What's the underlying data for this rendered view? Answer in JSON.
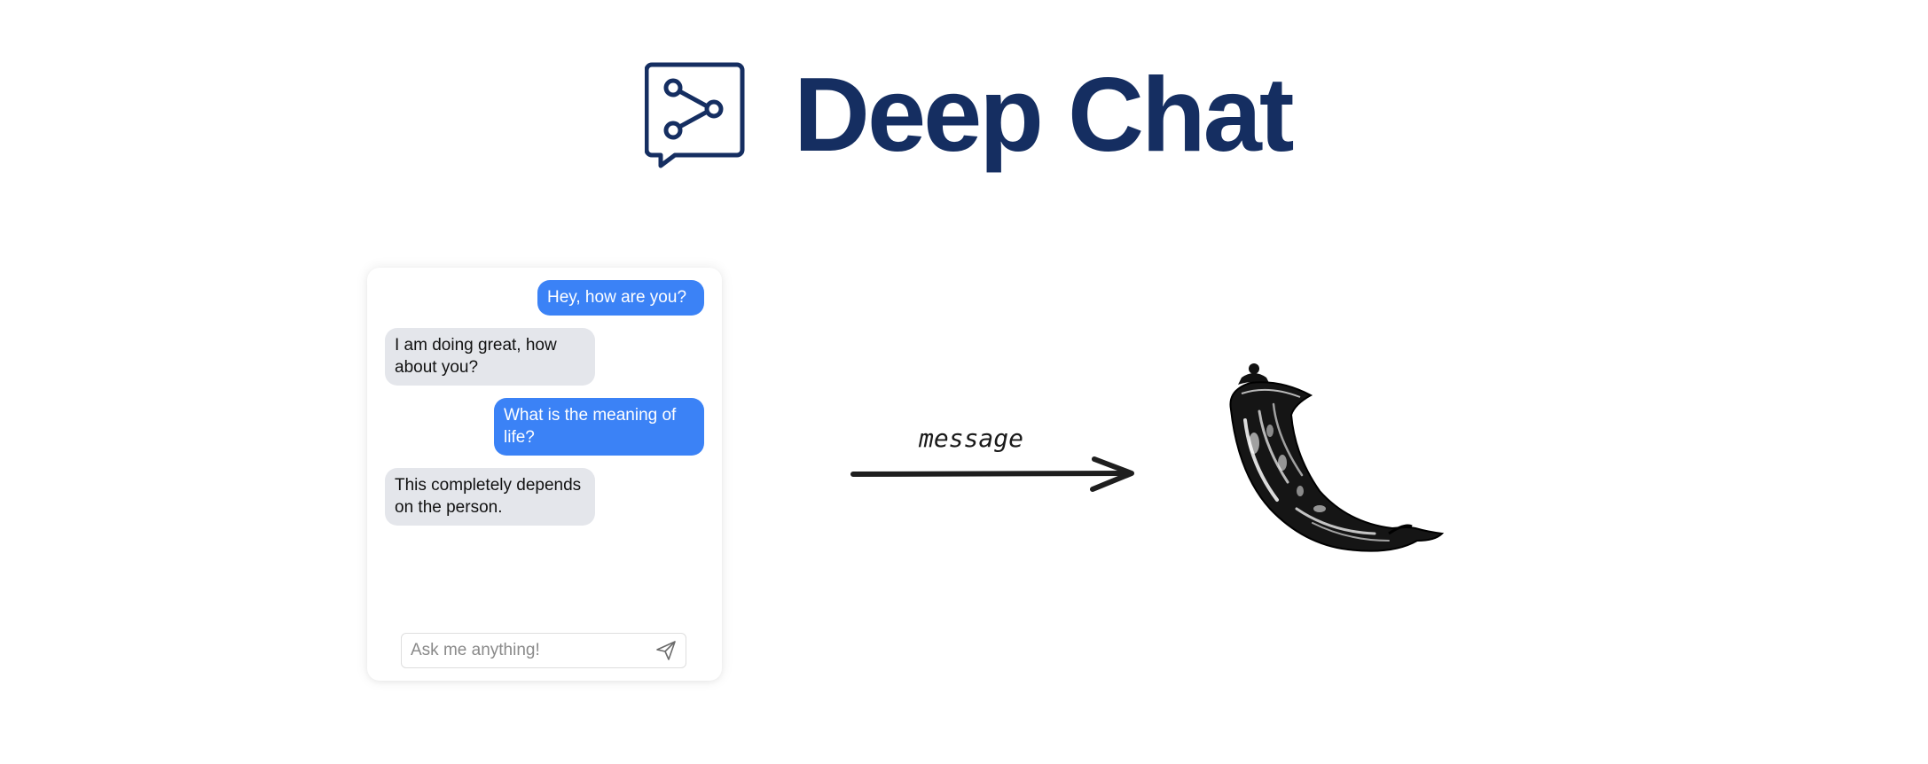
{
  "header": {
    "title": "Deep Chat",
    "logo_icon": "chat-bubble-share-icon",
    "brand_color": "#152e61"
  },
  "chat": {
    "messages": [
      {
        "role": "user",
        "text": "Hey, how are you?"
      },
      {
        "role": "ai",
        "text": "I am doing great, how about you?"
      },
      {
        "role": "user",
        "text": "What is the meaning of life?"
      },
      {
        "role": "ai",
        "text": "This completely depends on the person."
      }
    ],
    "input": {
      "placeholder": "Ask me anything!",
      "value": ""
    },
    "send_icon": "send-icon",
    "colors": {
      "user_bubble": "#3b82f6",
      "ai_bubble": "#e4e6eb"
    }
  },
  "diagram": {
    "arrow_label": "message",
    "target_icon": "flask-horn-icon"
  }
}
